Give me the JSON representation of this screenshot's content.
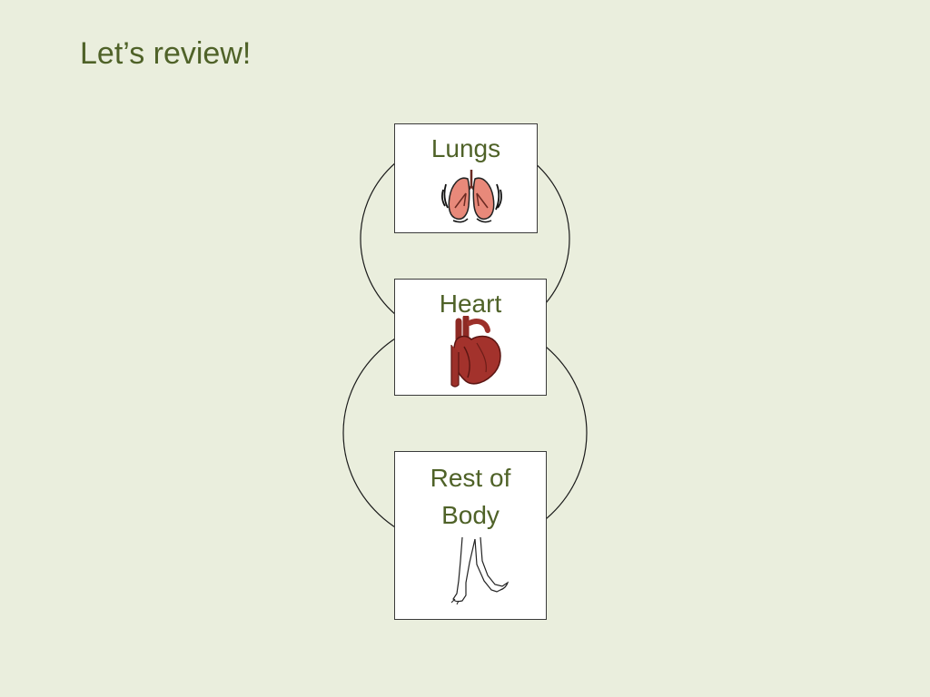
{
  "slide": {
    "title": "Let’s review!"
  },
  "diagram": {
    "nodes": [
      {
        "id": "lungs",
        "label": "Lungs",
        "icon": "lungs-icon"
      },
      {
        "id": "heart",
        "label": "Heart",
        "icon": "heart-icon"
      },
      {
        "id": "body",
        "label_line1": "Rest of",
        "label_line2": "Body",
        "icon": "legs-icon"
      }
    ],
    "loops": [
      {
        "from": "heart",
        "to": "lungs"
      },
      {
        "from": "heart",
        "to": "body"
      }
    ],
    "colors": {
      "background": "#eaeedd",
      "text": "#4f6228",
      "lungs": "#e8897a",
      "heart": "#a3322c"
    }
  }
}
